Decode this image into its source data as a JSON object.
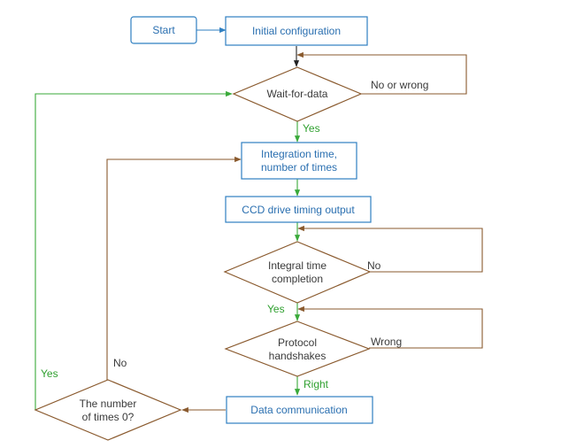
{
  "nodes": {
    "start": "Start",
    "initial_config": "Initial configuration",
    "wait_for_data": "Wait-for-data",
    "integration": [
      "Integration time,",
      "number of times"
    ],
    "ccd_output": "CCD drive timing output",
    "integral_completion": [
      "Integral time",
      "completion"
    ],
    "protocol": [
      "Protocol",
      "handshakes"
    ],
    "data_comm": "Data communication",
    "times_zero": [
      "The number",
      "of times 0?"
    ]
  },
  "edge_labels": {
    "no_or_wrong": "No or wrong",
    "yes_wait": "Yes",
    "no_integral": "No",
    "yes_integral": "Yes",
    "wrong_protocol": "Wrong",
    "right_protocol": "Right",
    "no_times": "No",
    "yes_times": "Yes"
  },
  "colors": {
    "process_border": "#2f7fc1",
    "decision_border": "#8a5a2e",
    "yes_path": "#3aaa3a"
  }
}
